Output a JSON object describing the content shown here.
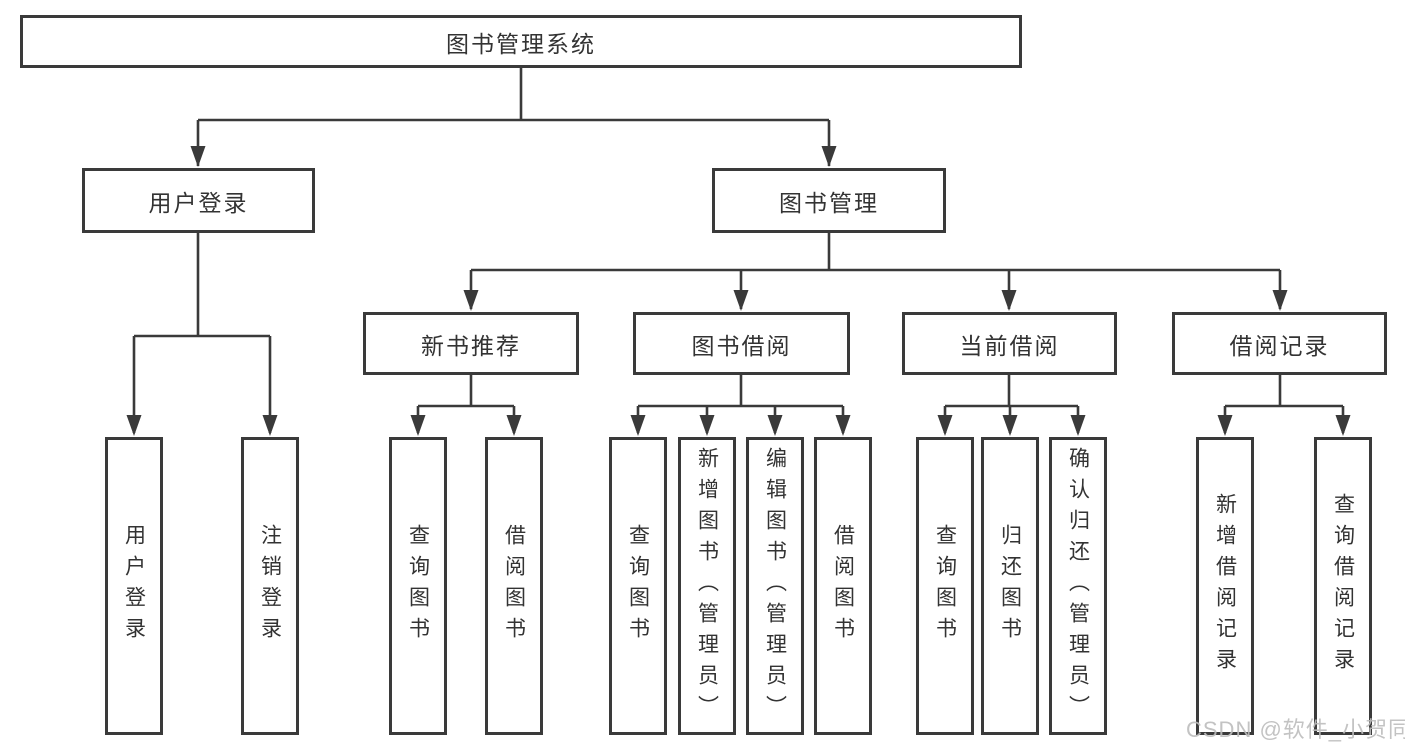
{
  "diagram": {
    "tree": {
      "root": "图书管理系统",
      "branches": [
        {
          "label": "用户登录",
          "leaves": [
            "用户登录",
            "注销登录"
          ]
        },
        {
          "label": "图书管理",
          "children": [
            {
              "label": "新书推荐",
              "leaves": [
                "查询图书",
                "借阅图书"
              ]
            },
            {
              "label": "图书借阅",
              "leaves": [
                "查询图书",
                "新增图书（管理员）",
                "编辑图书（管理员）",
                "借阅图书"
              ]
            },
            {
              "label": "当前借阅",
              "leaves": [
                "查询图书",
                "归还图书",
                "确认归还（管理员）"
              ]
            },
            {
              "label": "借阅记录",
              "leaves": [
                "新增借阅记录",
                "查询借阅记录"
              ]
            }
          ]
        }
      ]
    }
  },
  "watermark": {
    "text": "CSDN @软件_小贺同学"
  },
  "colors": {
    "box_border": "#3a3a3a",
    "connector_line": "#3a3a3a",
    "text": "#333333",
    "watermark": "#bdbdbd",
    "background": "#ffffff"
  }
}
